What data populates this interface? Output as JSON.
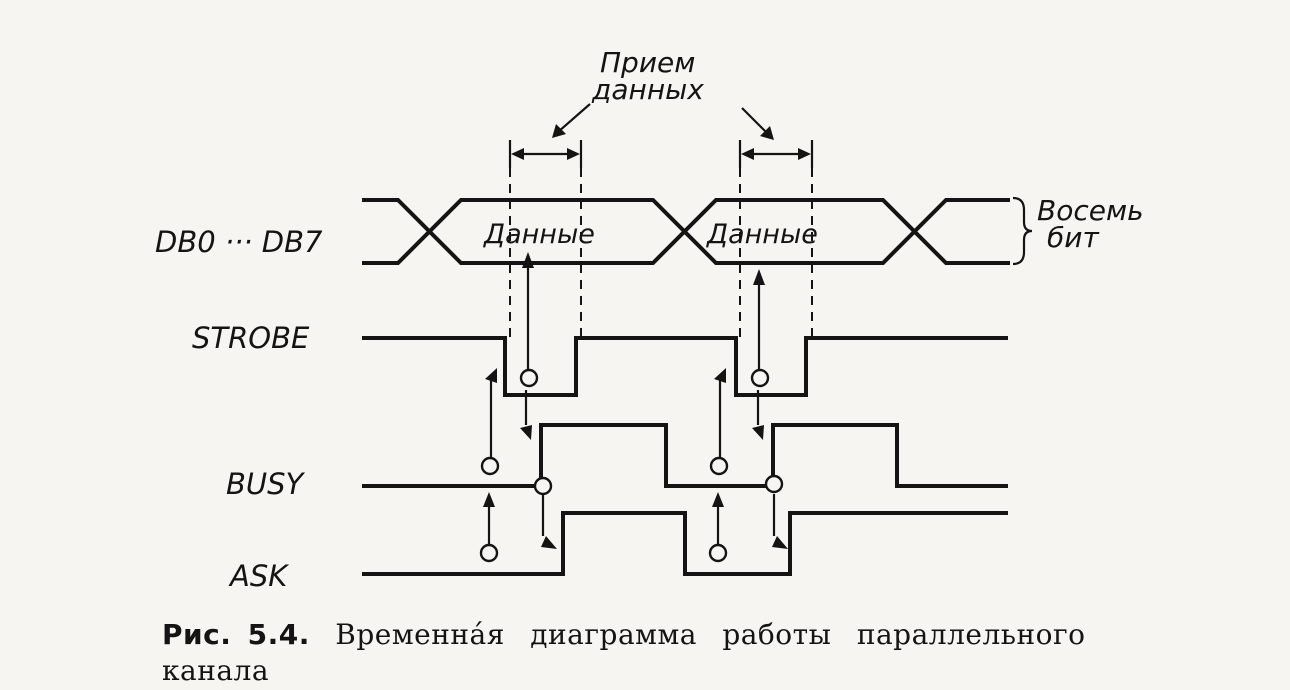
{
  "diagram": {
    "signals": [
      {
        "id": "db",
        "label": "DB0 ··· DB7"
      },
      {
        "id": "strobe",
        "label": "STROBE"
      },
      {
        "id": "busy",
        "label": "BUSY"
      },
      {
        "id": "ask",
        "label": "ASK"
      }
    ],
    "data_cells": [
      "Данные",
      "Данные"
    ],
    "annotations": {
      "reception": [
        "Прием",
        "данных"
      ],
      "eight_bits": [
        "Восемь",
        "бит"
      ]
    }
  },
  "caption": {
    "number": "Рис. 5.4.",
    "line1": "Временна́я диаграмма работы параллельного",
    "line2": "канала"
  }
}
